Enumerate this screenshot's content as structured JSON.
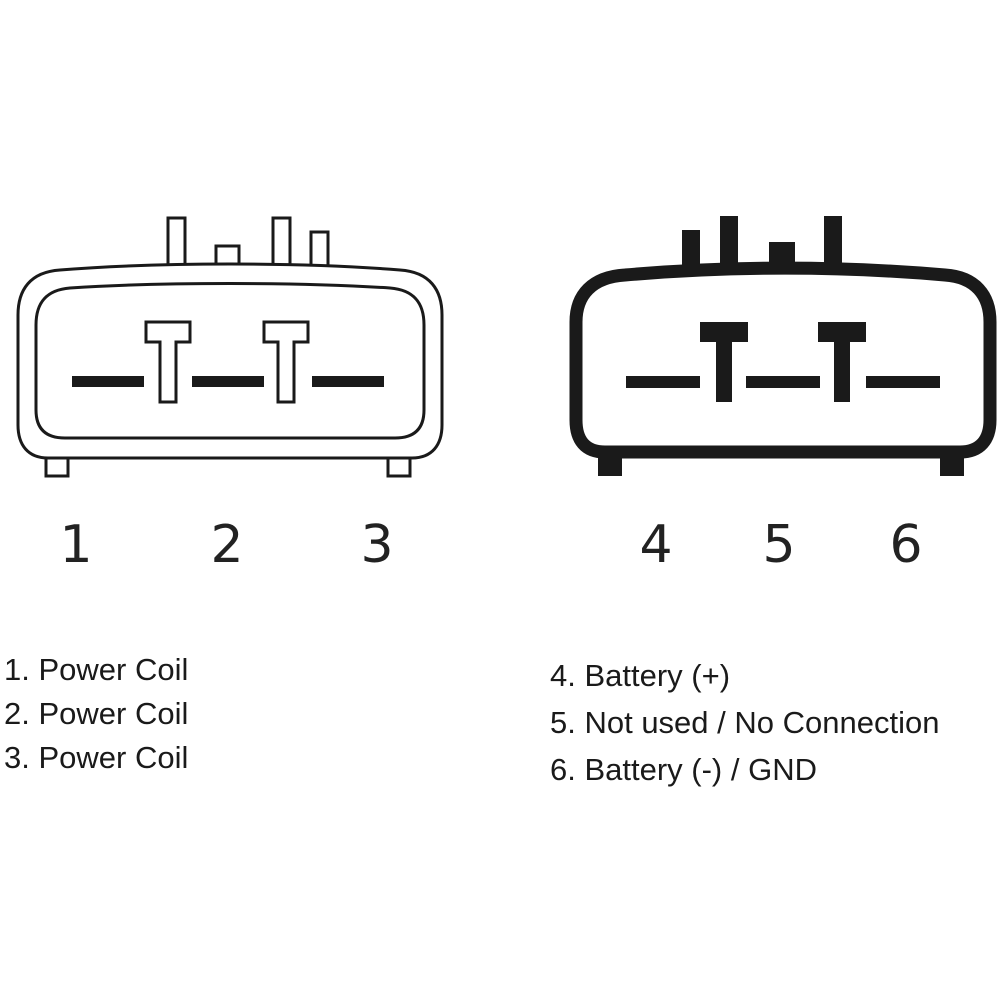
{
  "colors": {
    "line": "#1a1a1a",
    "background": "#ffffff"
  },
  "connector_left": {
    "style": "outline",
    "pin_numbers": [
      "1",
      "2",
      "3"
    ]
  },
  "connector_right": {
    "style": "solid",
    "pin_numbers": [
      "4",
      "5",
      "6"
    ]
  },
  "legend_left": [
    "1. Power Coil",
    "2. Power Coil",
    "3. Power Coil"
  ],
  "legend_right": [
    "4. Battery (+)",
    "5. Not used / No Connection",
    "6. Battery (-) / GND"
  ]
}
